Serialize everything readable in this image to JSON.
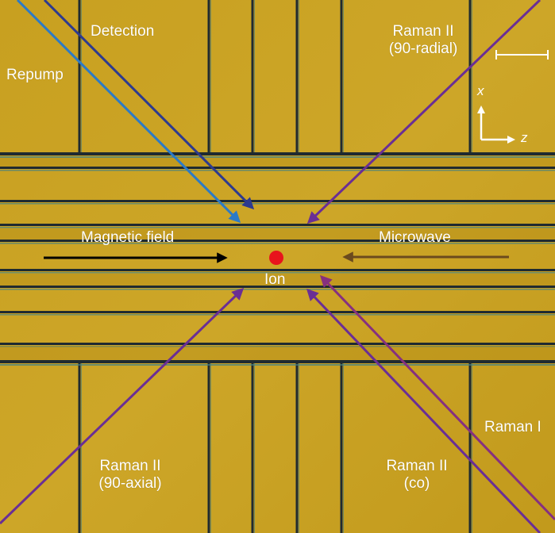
{
  "labels": {
    "detection": "Detection",
    "repump": "Repump",
    "raman_ii_radial_line1": "Raman II",
    "raman_ii_radial_line2": "(90-radial)",
    "magnetic_field": "Magnetic field",
    "microwave": "Microwave",
    "ion": "Ion",
    "raman_ii_axial_line1": "Raman II",
    "raman_ii_axial_line2": "(90-axial)",
    "raman_ii_co_line1": "Raman II",
    "raman_ii_co_line2": "(co)",
    "raman_i": "Raman I"
  },
  "axes": {
    "x_label": "x",
    "z_label": "z"
  },
  "colors": {
    "substrate": "#c9a11f",
    "substrate_dark": "#b38a14",
    "groove": "#1f2a30",
    "groove_edge": "#3f7f86",
    "detection_beam": "#2d3a8f",
    "repump_beam": "#2b7ac8",
    "raman_beam": "#6a2e95",
    "raman_i_beam": "#86307f",
    "magnetic_field_arrow": "#000000",
    "microwave_arrow": "#6b4a1e",
    "ion": "#e8141c",
    "text": "#ffffff"
  }
}
